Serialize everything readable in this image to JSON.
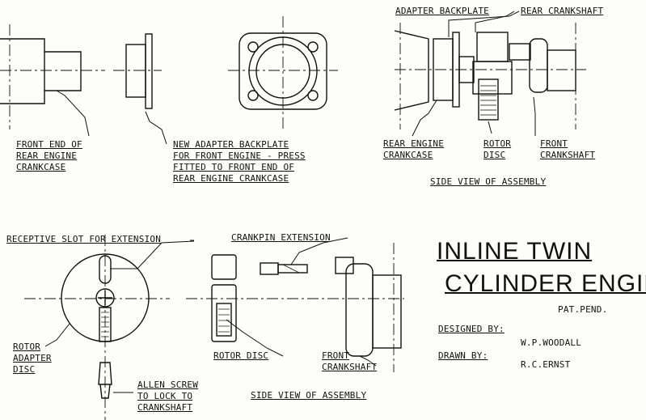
{
  "labels": {
    "front_end_l1": "FRONT END OF",
    "front_end_l2": "REAR ENGINE",
    "front_end_l3": "CRANKCASE",
    "new_adapter_l1": "NEW ADAPTER BACKPLATE",
    "new_adapter_l2": "FOR FRONT ENGINE - PRESS",
    "new_adapter_l3": "FITTED TO FRONT END OF",
    "new_adapter_l4": "REAR ENGINE CRANKCASE",
    "adapter_backplate": "ADAPTER BACKPLATE",
    "rear_crankshaft": "REAR CRANKSHAFT",
    "rear_engine_l1": "REAR ENGINE",
    "rear_engine_l2": "CRANKCASE",
    "rotor_l1": "ROTOR",
    "rotor_l2": "DISC",
    "front_crank_top_l1": "FRONT",
    "front_crank_top_l2": "CRANKSHAFT",
    "side_view_top": "SIDE VIEW OF ASSEMBLY",
    "receptive_slot": "RECEPTIVE SLOT FOR EXTENSION",
    "crankpin_extension": "CRANKPIN EXTENSION",
    "rotor_adapter_l1": "ROTOR",
    "rotor_adapter_l2": "ADAPTER",
    "rotor_adapter_l3": "DISC",
    "rotor_disc": "ROTOR DISC",
    "front_crank_bottom_l1": "FRONT",
    "front_crank_bottom_l2": "CRANKSHAFT",
    "allen_l1": "ALLEN SCREW",
    "allen_l2": "TO LOCK TO",
    "allen_l3": "CRANKSHAFT",
    "side_view_bottom": "SIDE VIEW OF ASSEMBLY"
  },
  "title_block": {
    "title_line1": "INLINE TWIN",
    "title_line2": "CYLINDER ENGINE",
    "pat_pend": "PAT.PEND.",
    "designed_by_label": "DESIGNED BY:",
    "designed_by_value": "W.P.WOODALL",
    "drawn_by_label": "DRAWN BY:",
    "drawn_by_value": "R.C.ERNST"
  }
}
